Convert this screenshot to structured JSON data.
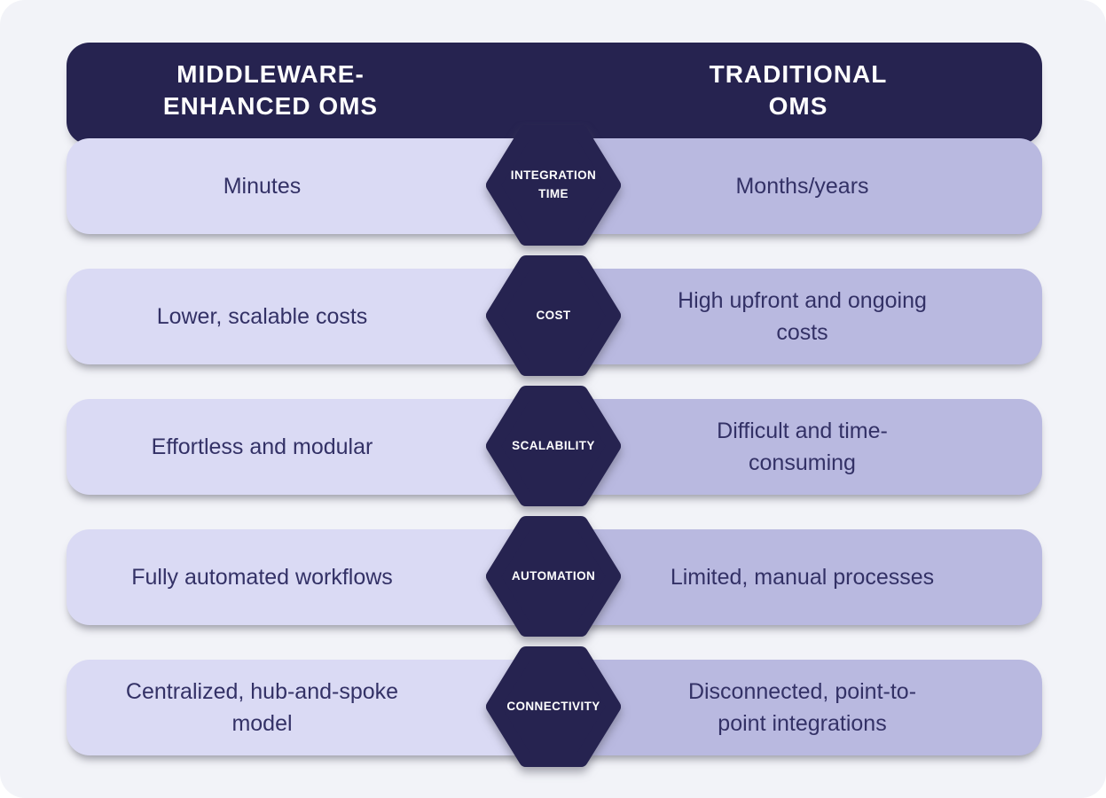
{
  "header": {
    "left_title": "MIDDLEWARE-\nENHANCED OMS",
    "right_title": "TRADITIONAL\nOMS"
  },
  "rows": [
    {
      "category": "INTEGRATION\nTIME",
      "left": "Minutes",
      "right": "Months/years"
    },
    {
      "category": "COST",
      "left": "Lower, scalable costs",
      "right": "High upfront and ongoing\ncosts"
    },
    {
      "category": "SCALABILITY",
      "left": "Effortless and modular",
      "right": "Difficult and time-\nconsuming"
    },
    {
      "category": "AUTOMATION",
      "left": "Fully automated workflows",
      "right": "Limited, manual processes"
    },
    {
      "category": "CONNECTIVITY",
      "left": "Centralized, hub-and-spoke\nmodel",
      "right": "Disconnected, point-to-\npoint integrations"
    }
  ],
  "colors": {
    "navy": "#262350",
    "left_cell": "#dadaf4",
    "right_cell": "#b9b9e0",
    "background": "#f2f3f8",
    "cell_text": "#333166",
    "header_text": "#ffffff"
  }
}
